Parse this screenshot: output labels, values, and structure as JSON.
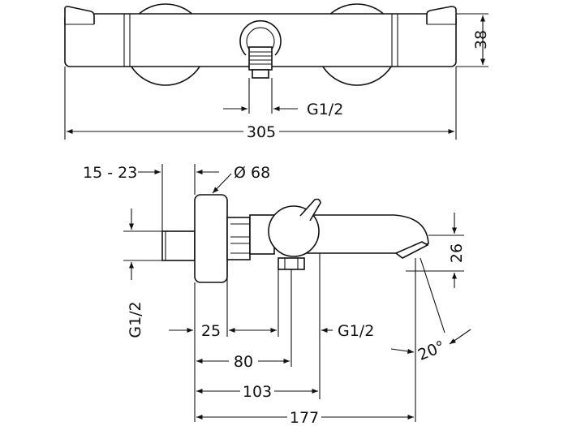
{
  "top_view": {
    "height_label": "38",
    "connection_label": "G1/2",
    "width_label": "305"
  },
  "side_view": {
    "wall_range_label": "15 - 23",
    "diameter_label": "Ø 68",
    "spout_height_label": "26",
    "left_connection_label": "G1/2",
    "dim_25_label": "25",
    "spout_connection_label": "G1/2",
    "angle_label": "20°",
    "dim_80_label": "80",
    "dim_103_label": "103",
    "dim_177_label": "177"
  },
  "colors": {
    "line": "#111111",
    "background": "#ffffff"
  }
}
